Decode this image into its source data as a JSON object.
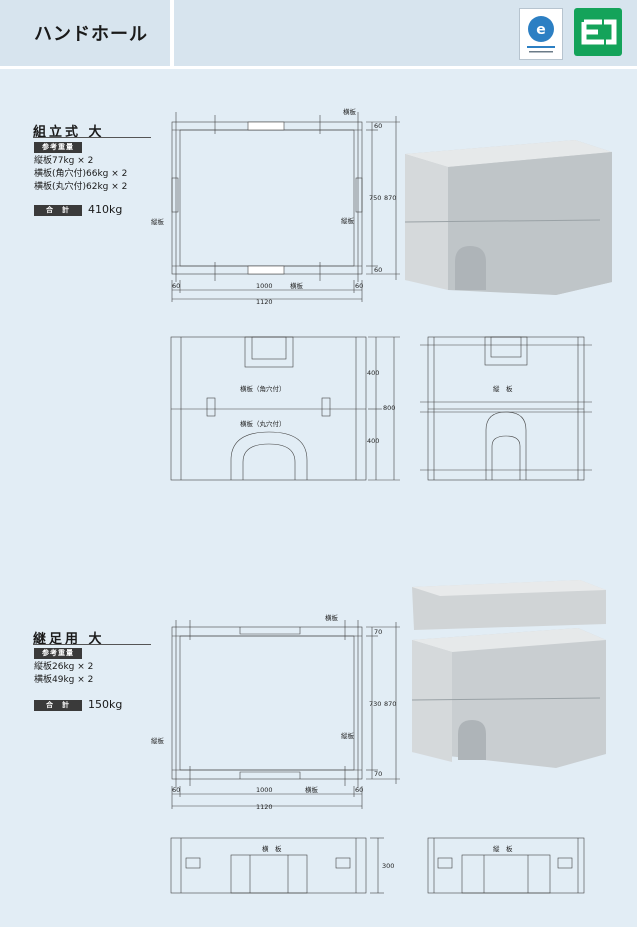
{
  "header": {
    "title": "ハンドホール"
  },
  "section1": {
    "title": "組立式 大",
    "tag_weight": "参考重量",
    "specs": [
      "縦板77kg × 2",
      "横板(角穴付)66kg × 2",
      "横板(丸穴付)62kg × 2"
    ],
    "tag_total": "合　計",
    "total": "410kg",
    "labels": {
      "yoko": "横板",
      "tate": "縦板",
      "kaku": "横板（角穴付）",
      "maru": "横板（丸穴付）",
      "tate_side": "縦　板"
    },
    "dims": {
      "d60a": "60",
      "d750": "750",
      "d870": "870",
      "d60b": "60",
      "w60a": "60",
      "w1000": "1000",
      "w60b": "60",
      "w1120": "1120",
      "h400a": "400",
      "h800": "800",
      "h400b": "400"
    }
  },
  "section2": {
    "title": "継足用 大",
    "tag_weight": "参考重量",
    "specs": [
      "縦板26kg × 2",
      "横板49kg × 2"
    ],
    "tag_total": "合　計",
    "total": "150kg",
    "labels": {
      "yoko": "横板",
      "tate": "縦板",
      "front": "横　板",
      "side": "縦　板"
    },
    "dims": {
      "d70a": "70",
      "d730": "730",
      "d870": "870",
      "d70b": "70",
      "w60a": "60",
      "w1000": "1000",
      "w60b": "60",
      "w1120": "1120",
      "h300": "300"
    }
  }
}
